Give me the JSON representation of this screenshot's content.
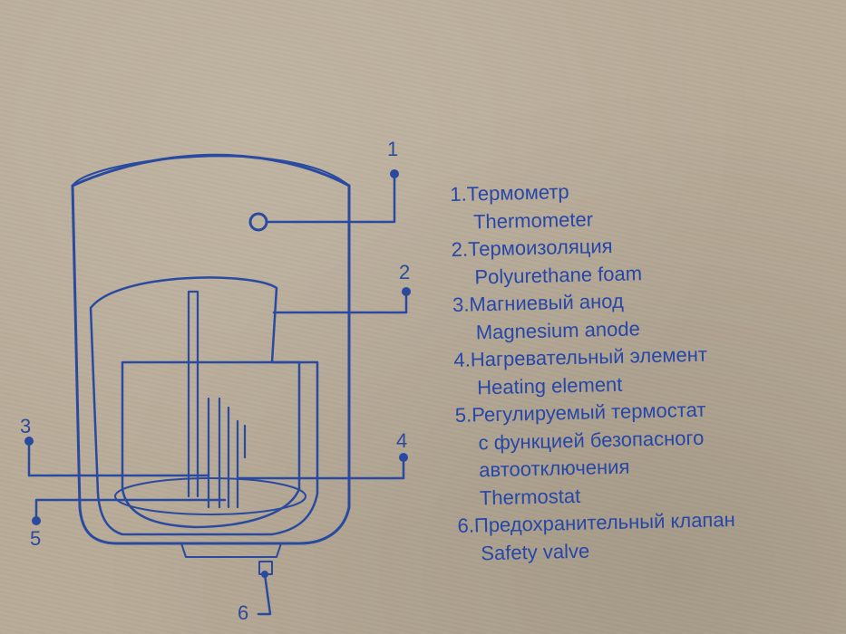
{
  "callout_numbers": [
    "1",
    "2",
    "3",
    "4",
    "5",
    "6"
  ],
  "legend": {
    "items": [
      {
        "ru": [
          "1.Термометр"
        ],
        "en": "Thermometer"
      },
      {
        "ru": [
          "2.Термоизоляция"
        ],
        "en": "Polyurethane foam"
      },
      {
        "ru": [
          "3.Магниевый анод"
        ],
        "en": "Magnesium anode"
      },
      {
        "ru": [
          "4.Нагревательный элемент"
        ],
        "en": "Heating element"
      },
      {
        "ru": [
          "5.Регулируемый термостат",
          "с функцией безопасного",
          "автоотключения"
        ],
        "en": "Thermostat"
      },
      {
        "ru": [
          "6.Предохранительный клапан"
        ],
        "en": "Safety valve"
      }
    ]
  },
  "colors": {
    "ink": "#2747a8",
    "background": "#b8ab97"
  }
}
